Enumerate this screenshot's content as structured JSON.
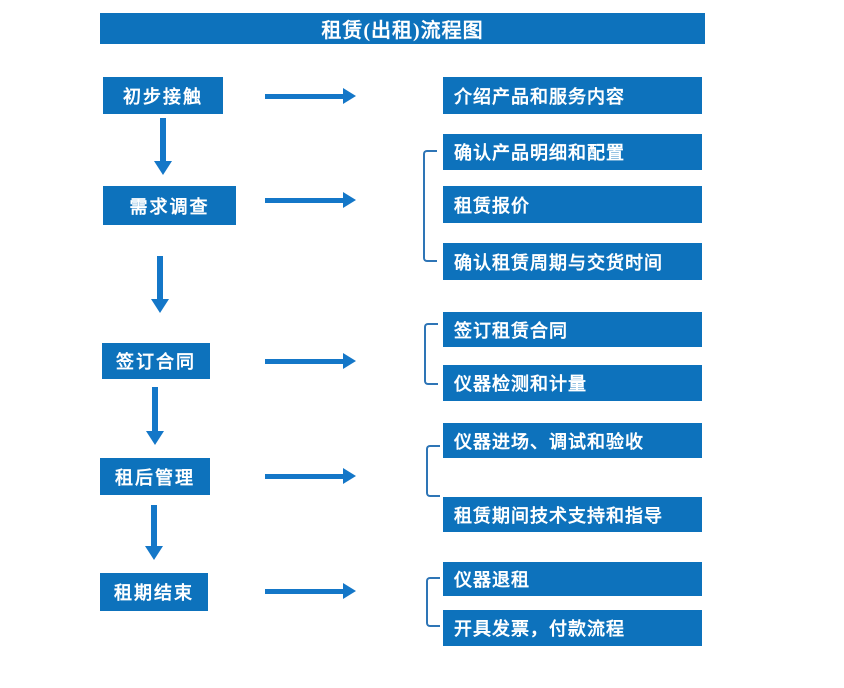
{
  "title": "租赁(出租)流程图",
  "colors": {
    "box-blue": "#0d72bc",
    "arrow-blue": "#1477c8",
    "bracket-blue": "#2e75b6",
    "text-white": "#ffffff"
  },
  "steps": [
    {
      "label": "初步接触",
      "details": [
        "介绍产品和服务内容"
      ]
    },
    {
      "label": "需求调查",
      "details": [
        "确认产品明细和配置",
        "租赁报价",
        "确认租赁周期与交货时间"
      ]
    },
    {
      "label": "签订合同",
      "details": [
        "签订租赁合同",
        "仪器检测和计量"
      ]
    },
    {
      "label": "租后管理",
      "details": [
        "仪器进场、调试和验收",
        "租赁期间技术支持和指导"
      ]
    },
    {
      "label": "租期结束",
      "details": [
        "仪器退租",
        "开具发票，付款流程"
      ]
    }
  ]
}
